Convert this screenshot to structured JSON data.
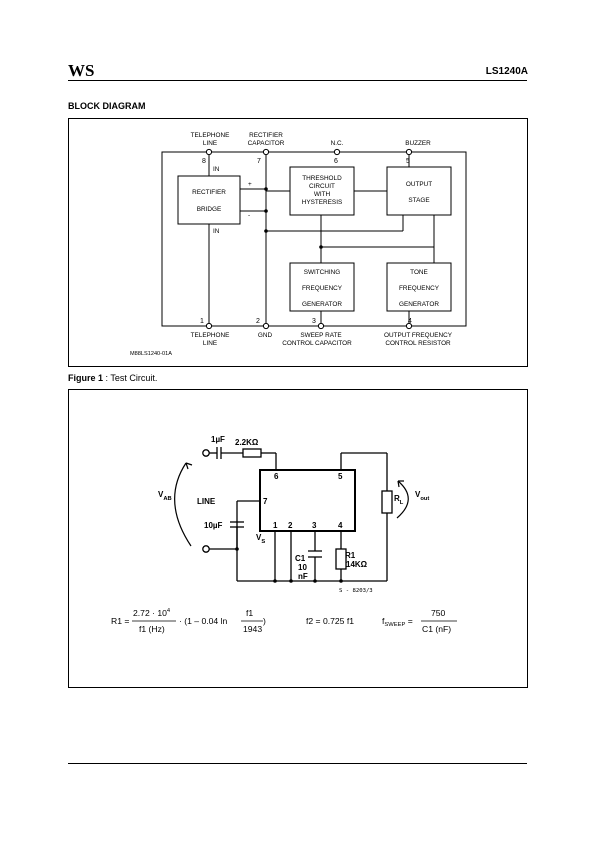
{
  "header": {
    "logo": "WS",
    "part_number": "LS1240A"
  },
  "section_title": "BLOCK DIAGRAM",
  "block_diagram": {
    "pins": [
      {
        "num": "8",
        "label": [
          "TELEPHONE",
          "LINE"
        ]
      },
      {
        "num": "7",
        "label": [
          "RECTIFIER",
          "CAPACITOR"
        ]
      },
      {
        "num": "6",
        "label": [
          "N.C."
        ]
      },
      {
        "num": "5",
        "label": [
          "BUZZER"
        ]
      },
      {
        "num": "1",
        "label": [
          "TELEPHONE",
          "LINE"
        ]
      },
      {
        "num": "2",
        "label": [
          "GND"
        ]
      },
      {
        "num": "3",
        "label": [
          "SWEEP RATE",
          "CONTROL CAPACITOR"
        ]
      },
      {
        "num": "4",
        "label": [
          "OUTPUT FREQUENCY",
          "CONTROL RESISTOR"
        ]
      }
    ],
    "blocks": {
      "rectifier": [
        "RECTIFIER",
        "BRIDGE"
      ],
      "threshold": [
        "THRESHOLD",
        "CIRCUIT",
        "WITH",
        "HYSTERESIS"
      ],
      "output": [
        "OUTPUT",
        "STAGE"
      ],
      "switching": [
        "SWITCHING",
        "FREQUENCY",
        "GENERATOR"
      ],
      "tone": [
        "TONE",
        "FREQUENCY",
        "GENERATOR"
      ]
    },
    "marks": {
      "in_top": "IN",
      "in_bottom": "IN",
      "plus": "+",
      "minus": "-"
    },
    "drawing_code": "M88LS1240-01A"
  },
  "figure": {
    "caption_bold": "Figure 1",
    "caption_text": " : Test Circuit."
  },
  "test_circuit": {
    "cap_top": "1µF",
    "res_top": "2.2KΩ",
    "line_label": "LINE",
    "vab": {
      "main": "V",
      "sub": "AB"
    },
    "vout": {
      "main": "V",
      "sub": "out"
    },
    "vs": {
      "main": "V",
      "sub": "S"
    },
    "rl": {
      "main": "R",
      "sub": "L"
    },
    "cap_left": "10µF",
    "c1": [
      "C1",
      "10",
      "nF"
    ],
    "r1": [
      "R1",
      "14KΩ"
    ],
    "ic_pins": {
      "top": "5",
      "side": "7",
      "top_left": "6",
      "bottom": [
        "1",
        "2",
        "3",
        "4"
      ]
    },
    "drawing_code": "S - 8203/3"
  },
  "formulas": {
    "r1": {
      "lhs": "R1 =",
      "num": "2.72 · 10",
      "exp": "4",
      "den": "f1 (Hz)",
      "mid": "· (1 – 0.04 ln",
      "num2": "f1",
      "den2": "1943",
      "close": ")"
    },
    "f2": "f2 = 0.725 f1",
    "fsweep": {
      "lhs": "f",
      "sub": "SWEEP",
      "eq": " =",
      "num": "750",
      "den": "C1 (nF)"
    }
  }
}
